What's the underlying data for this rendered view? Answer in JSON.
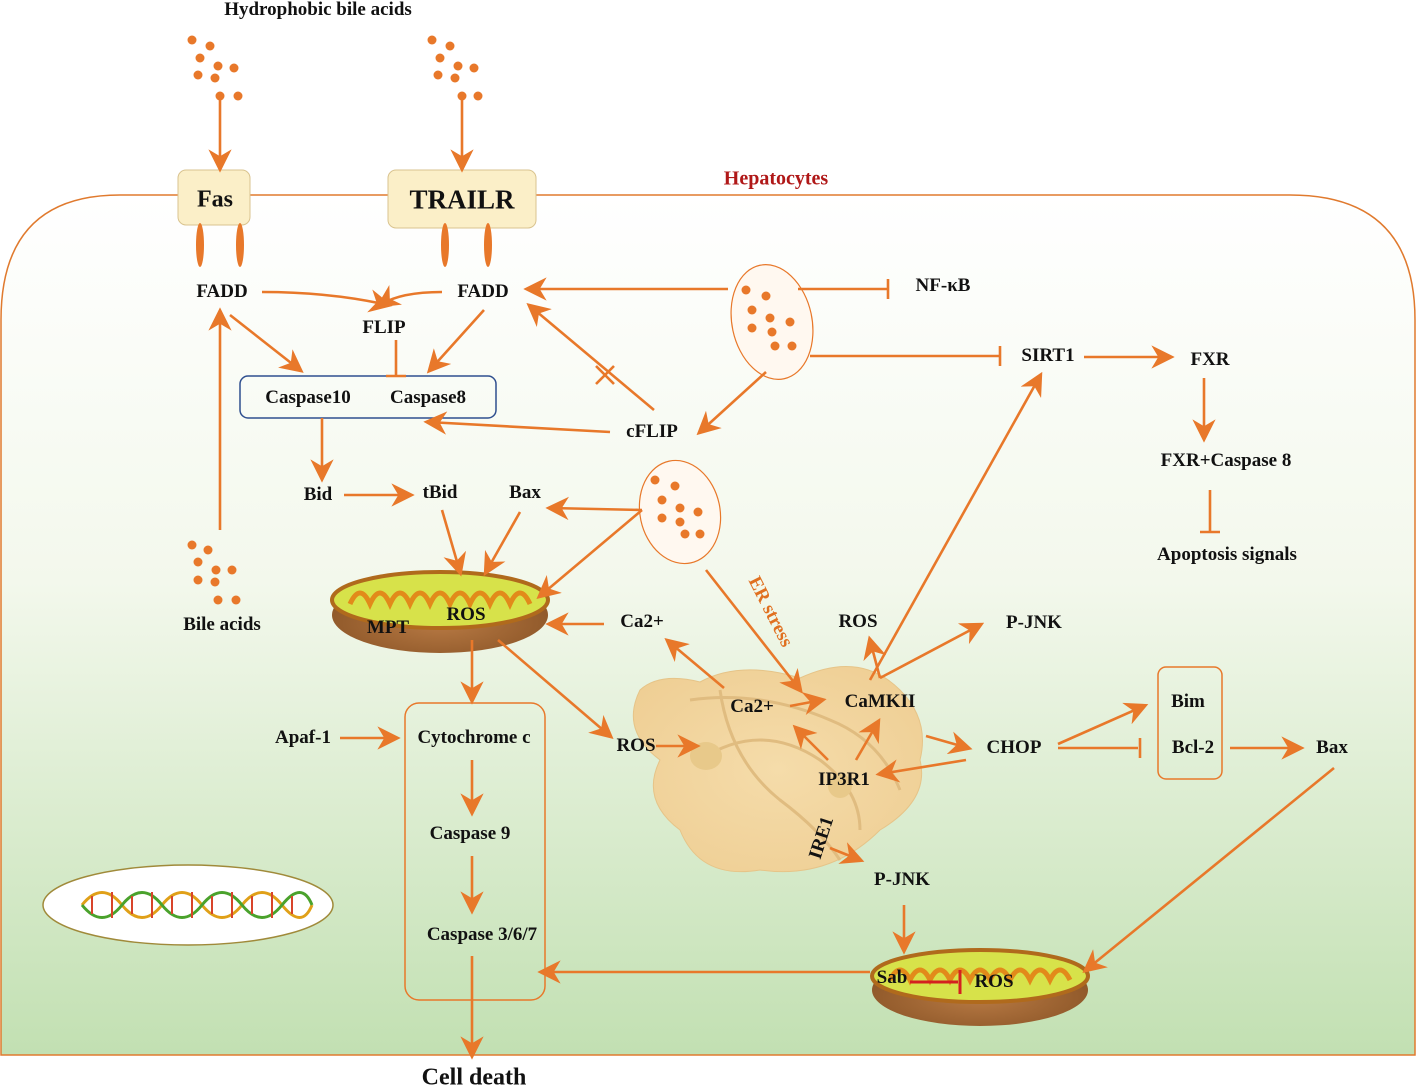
{
  "title_top": "Hydrophobic bile acids",
  "cell_label": "Hepatocytes",
  "receptors": {
    "fas": "Fas",
    "trailr": "TRAILR"
  },
  "nodes": {
    "fadd1": "FADD",
    "fadd2": "FADD",
    "flip": "FLIP",
    "caspase10": "Caspase10",
    "caspase8": "Caspase8",
    "cflip": "cFLIP",
    "nfkb": "NF-κB",
    "sirt1": "SIRT1",
    "fxr": "FXR",
    "fxr_casp8": "FXR+Caspase 8",
    "apoptosis": "Apoptosis signals",
    "bid": "Bid",
    "tbid": "tBid",
    "bax1": "Bax",
    "bile_acids": "Bile acids",
    "mpt": "MPT",
    "ros_mito": "ROS",
    "ca2_1": "Ca2+",
    "er_stress": "ER stress",
    "ros_top": "ROS",
    "pjnk1": "P-JNK",
    "ca2_2": "Ca2+",
    "camkii": "CaMKII",
    "chop": "CHOP",
    "bim": "Bim",
    "bcl2": "Bcl-2",
    "bax2": "Bax",
    "ip3r1": "IP3R1",
    "ros_er": "ROS",
    "apaf1": "Apaf-1",
    "cytochrome_c": "Cytochrome c",
    "caspase9": "Caspase 9",
    "caspase367": "Caspase 3/6/7",
    "ire1": "IRE1",
    "pjnk2": "P-JNK",
    "sab": "Sab",
    "ros_bottom": "ROS",
    "cell_death": "Cell death"
  },
  "colors": {
    "arrow": "#e8782a",
    "inhibit_red": "#d42020",
    "cell_border": "#e07a2e",
    "receptor_fill": "#fbefc8",
    "box_border": "#2f4f8f"
  }
}
